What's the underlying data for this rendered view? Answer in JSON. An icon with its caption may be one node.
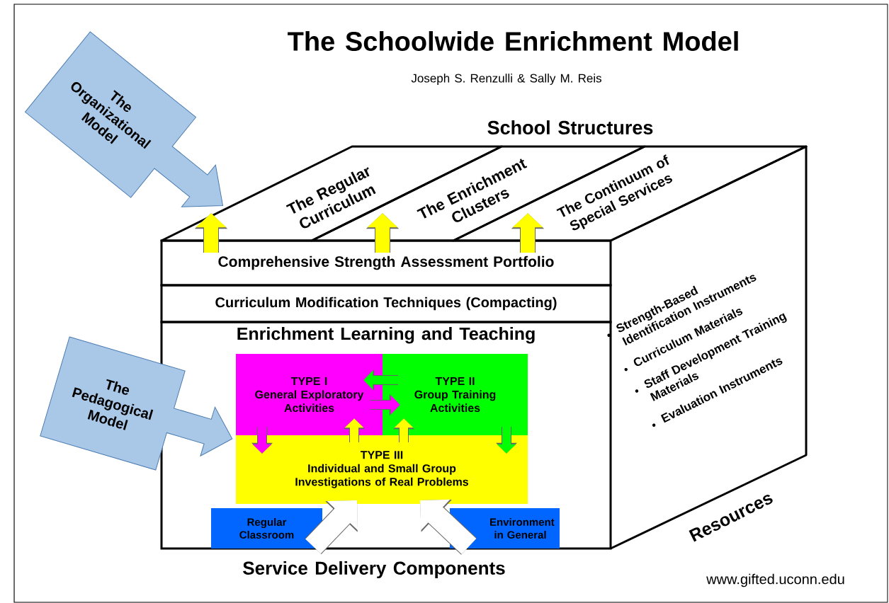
{
  "diagram": {
    "title": "The Schoolwide Enrichment Model",
    "nodes": [
      {
        "text": [
          "The Organizational Model"
        ]
      },
      {
        "text": [
          "The Regular Curriculum"
        ]
      },
      {
        "text": [
          "The Enrichment Clusters"
        ]
      },
      {
        "text": [
          "The Continuum of Special Services"
        ]
      },
      {
        "text": [
          "Comprehensive Strength Assessment Portfolio"
        ]
      },
      {
        "text": [
          "Curriculum Modification Techniques (Compacting)"
        ]
      },
      {
        "text": [
          "Enrichment Learning and Teaching"
        ]
      },
      {
        "text": [
          "TYPE I",
          "General Exploratory Activities"
        ],
        "in": 6
      },
      {
        "text": [
          "TYPE II",
          "Group Training Activities"
        ],
        "in": 6
      },
      {
        "text": [
          "TYPE III",
          "Individual and Small Group Investigations of Real Problems"
        ],
        "in": 6
      },
      {
        "text": [
          "Regular Classroom"
        ],
        "in": 6
      },
      {
        "text": [
          "Environment in General"
        ],
        "in": 6
      },
      {
        "text": [
          "Strength-Based Identification Instruments",
          "Curriculum Materials",
          "Staff Development Training Materials",
          "Evaluation Instruments",
          "Resources"
        ]
      },
      {
        "text": [
          "The Pedagogical Model"
        ]
      }
    ],
    "edges": [
      {
        "from": 4,
        "to": 1,
        "arrow": "to",
        "color": "#ffff00"
      },
      {
        "from": 4,
        "to": 2,
        "arrow": "to",
        "color": "#ffff00"
      },
      {
        "from": 4,
        "to": 3,
        "arrow": "to",
        "color": "#ffff00"
      },
      {
        "from": 8,
        "to": 7,
        "arrow": "to",
        "color": "#00ff00"
      },
      {
        "from": 7,
        "to": 8,
        "arrow": "to",
        "color": "#ff00ff"
      },
      {
        "from": 7,
        "to": 9,
        "arrow": "to",
        "color": "#ff00ff"
      },
      {
        "from": 9,
        "to": 7,
        "arrow": "to",
        "color": "#ffff00"
      },
      {
        "from": 9,
        "to": 8,
        "arrow": "to",
        "color": "#ffff00"
      },
      {
        "from": 8,
        "to": 9,
        "arrow": "to",
        "color": "#00ff00"
      },
      {
        "from": 10,
        "to": 9,
        "arrow": "to",
        "style": "thick",
        "color": "#ffffff"
      },
      {
        "from": 11,
        "to": 9,
        "arrow": "to",
        "style": "thick",
        "color": "#ffffff"
      }
    ],
    "labels": [
      "Joseph S. Renzulli & Sally M. Reis",
      "School Structures",
      "Service Delivery Components",
      "www.gifted.uconn.edu"
    ]
  }
}
